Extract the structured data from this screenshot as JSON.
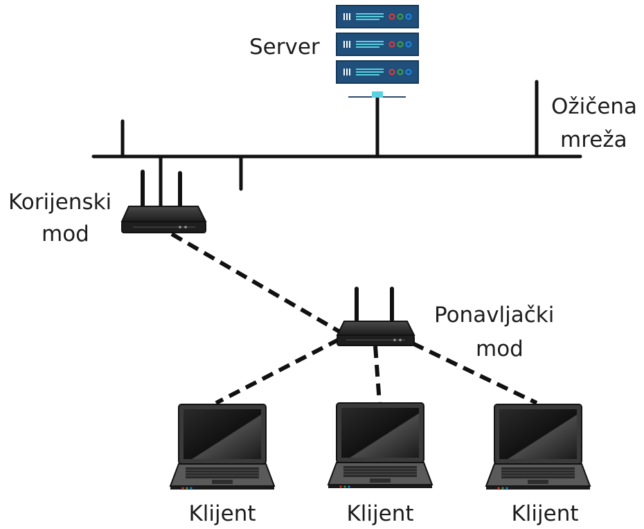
{
  "labels": {
    "server": "Server",
    "wired_line1": "Ožičena",
    "wired_line2": "mreža",
    "root_line1": "Korijenski",
    "root_line2": "mod",
    "repeater_line1": "Ponavljački",
    "repeater_line2": "mod",
    "client_1": "Klijent",
    "client_2": "Klijent",
    "client_3": "Klijent"
  },
  "colors": {
    "line": "#111111",
    "server_body": "#1f4f7a",
    "server_accent": "#5ad0e0",
    "led_red": "#e53935",
    "led_green": "#43a047",
    "led_blue": "#1e88e5",
    "router_body": "#2a2a2a",
    "laptop_body": "#3a3a3a",
    "laptop_screen": "#0d0d0d"
  },
  "icons": {
    "server": "server-rack-icon",
    "router": "wireless-router-icon",
    "laptop": "laptop-icon"
  }
}
